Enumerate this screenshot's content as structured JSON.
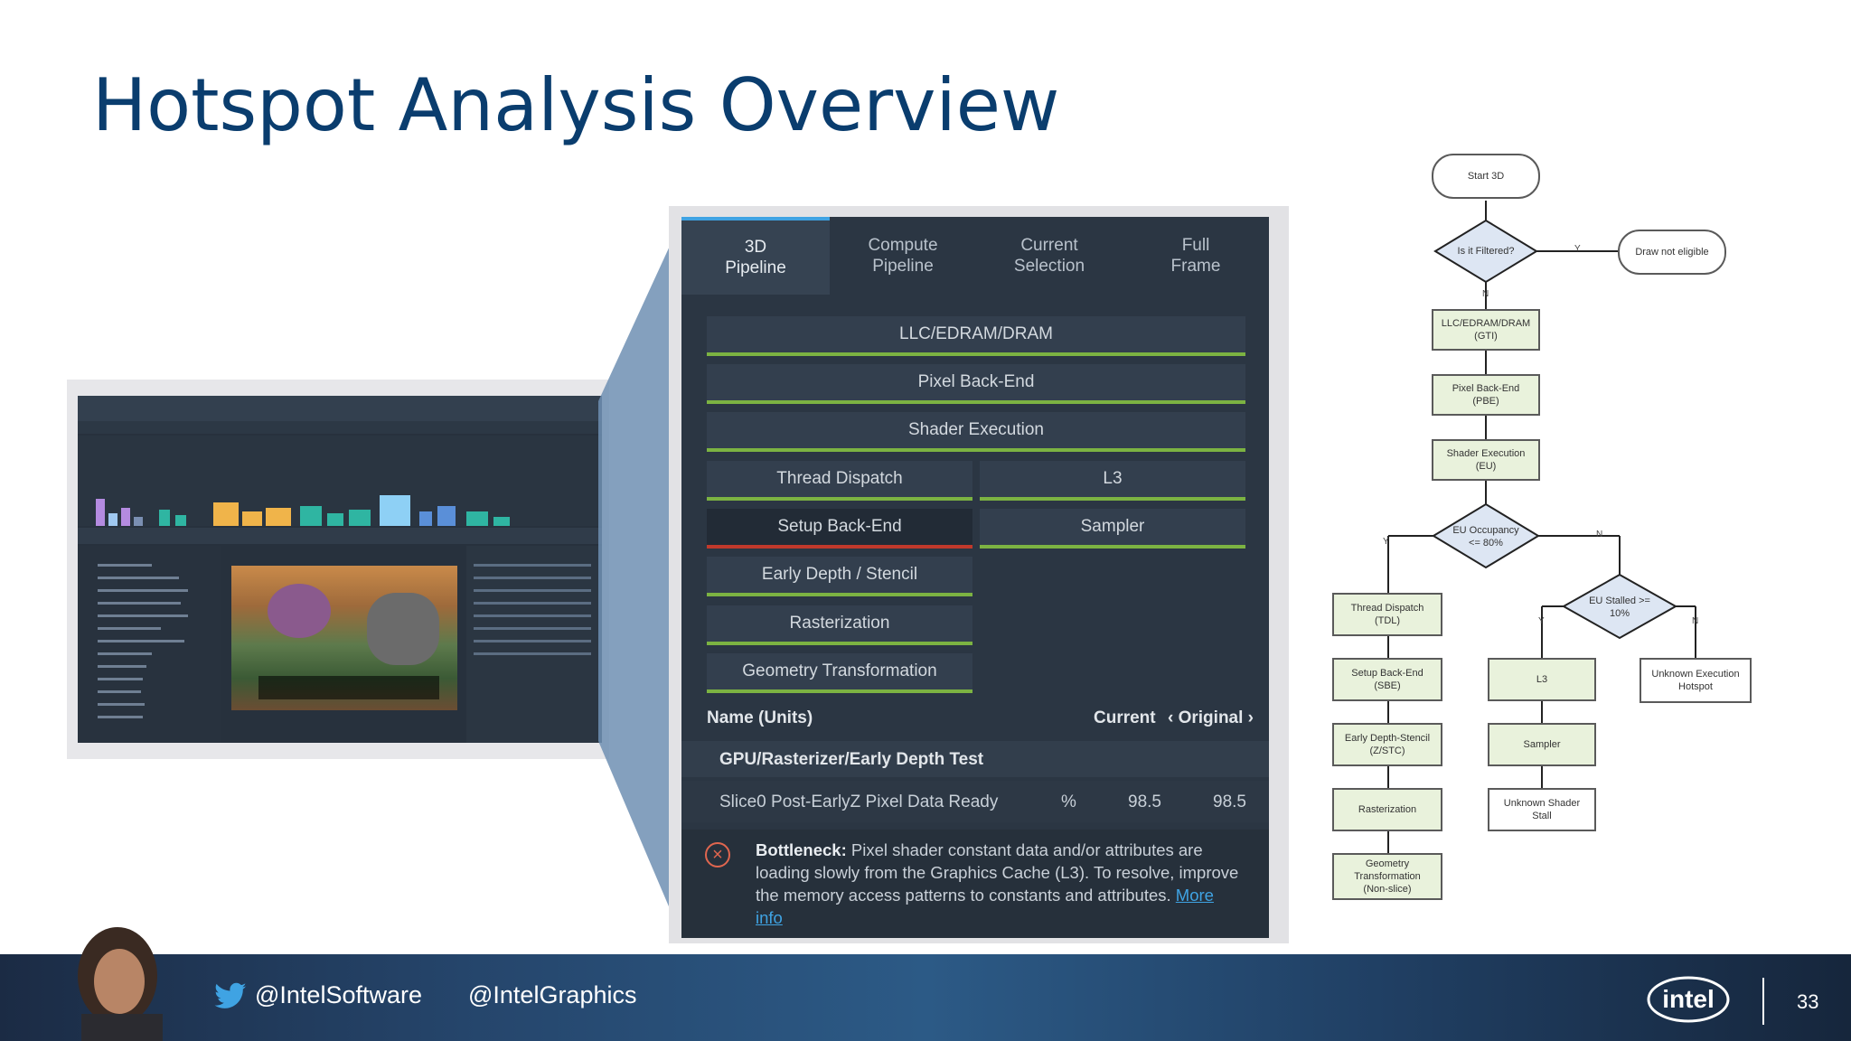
{
  "slide": {
    "title": "Hotspot Analysis Overview",
    "page_number": "33"
  },
  "footer": {
    "handle1": "@IntelSoftware",
    "handle2": "@IntelGraphics",
    "logo_text": "intel",
    "twitter_icon": "twitter-bird-icon"
  },
  "panel": {
    "tabs": [
      {
        "label": "3D\nPipeline",
        "active": true
      },
      {
        "label": "Compute\nPipeline",
        "active": false
      },
      {
        "label": "Current\nSelection",
        "active": false
      },
      {
        "label": "Full\nFrame",
        "active": false
      }
    ],
    "stages": {
      "llc": "LLC/EDRAM/DRAM",
      "pixel_backend": "Pixel Back-End",
      "shader_execution": "Shader Execution",
      "thread_dispatch": "Thread Dispatch",
      "l3": "L3",
      "setup_backend": "Setup Back-End",
      "sampler": "Sampler",
      "early_depth": "Early Depth / Stencil",
      "rasterization": "Rasterization",
      "geometry": "Geometry Transformation"
    },
    "table": {
      "col_name": "Name (Units)",
      "col_current": "Current",
      "col_original": "‹ Original ›",
      "group": "GPU/Rasterizer/Early Depth Test",
      "metric": {
        "name": "Slice0 Post-EarlyZ Pixel Data Ready",
        "unit": "%",
        "current": "98.5",
        "original": "98.5"
      }
    },
    "bottleneck": {
      "label": "Bottleneck:",
      "text": " Pixel shader constant data and/or attributes are loading slowly from the Graphics Cache (L3). To resolve, improve the memory access patterns to constants and attributes. ",
      "link": "More info",
      "icon": "error-circle-icon"
    }
  },
  "flowchart": {
    "start": "Start 3D",
    "filtered": "Is it Filtered?",
    "draw_not_eligible": "Draw not eligible",
    "llc": "LLC/EDRAM/DRAM\n(GTI)",
    "pbe": "Pixel Back-End\n(PBE)",
    "eu": "Shader Execution\n(EU)",
    "occupancy": "EU Occupancy\n<= 80%",
    "tdl": "Thread Dispatch\n(TDL)",
    "sbe": "Setup Back-End\n(SBE)",
    "zstc": "Early Depth-Stencil\n(Z/STC)",
    "raster": "Rasterization",
    "geom": "Geometry\nTransformation\n(Non-slice)",
    "stalled": "EU Stalled >=\n10%",
    "l3": "L3",
    "sampler": "Sampler",
    "unknown_shader": "Unknown Shader\nStall",
    "unknown_exec": "Unknown Execution\nHotspot",
    "y": "Y",
    "n": "N"
  }
}
